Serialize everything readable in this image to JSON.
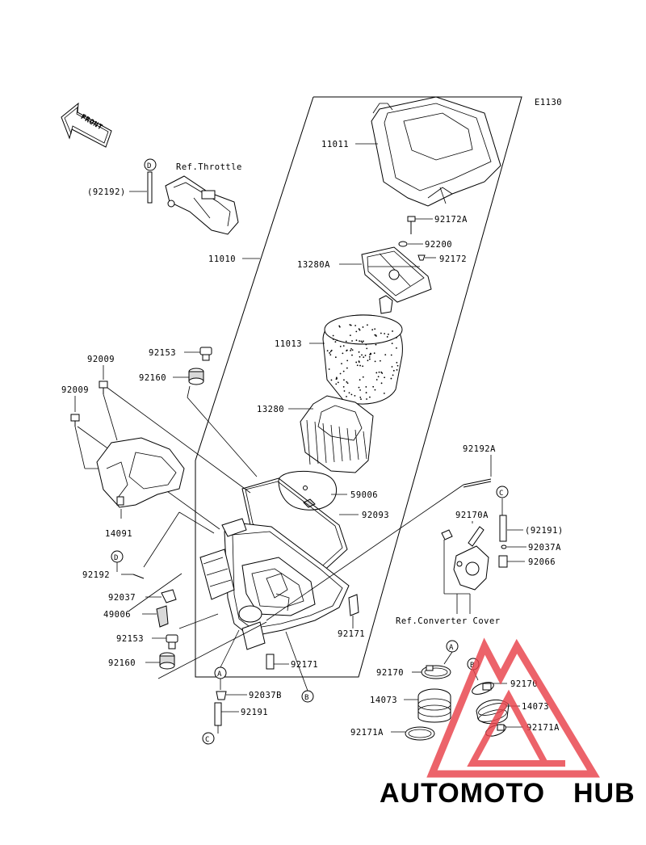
{
  "diagram_code": "E1130",
  "front_label": "FRONT",
  "ref_throttle": "Ref.Throttle",
  "ref_converter_cover": "Ref.Converter Cover",
  "callouts": {
    "p11011": "11011",
    "p92172A": "92172A",
    "p92200": "92200",
    "p92172": "92172",
    "p13280A": "13280A",
    "p11010": "11010",
    "p11013": "11013",
    "p13280": "13280",
    "p92153_top": "92153",
    "p92160_top": "92160",
    "p92009_a": "92009",
    "p92009_b": "92009",
    "p92192_top": "(92192)",
    "p59006": "59006",
    "p92093": "92093",
    "p92192A": "92192A",
    "p92170A": "92170A",
    "p92191_paren": "(92191)",
    "p92037A": "92037A",
    "p92066": "92066",
    "p14091": "14091",
    "p92192": "92192",
    "p92037": "92037",
    "p49006": "49006",
    "p92171_mid": "92171",
    "p92153_bot": "92153",
    "p92160_bot": "92160",
    "p92171_low": "92171",
    "p92037B": "92037B",
    "p92191": "92191",
    "p92170_l": "92170",
    "p14073_l": "14073",
    "p92171A_l": "92171A",
    "p92170_r": "92170",
    "p14073_r": "14073",
    "p92171A_r": "92171A"
  },
  "ref_markers": {
    "D_top": "D",
    "D_mid": "D",
    "C_right": "C",
    "A_bottom": "A",
    "A_right": "A",
    "B_bottom": "B",
    "B_right": "B",
    "C_bottom": "C"
  },
  "watermark": {
    "part1": "AUTOMOTO",
    "part2": "HUB",
    "color1": "#f4a35a",
    "color2": "#555555",
    "triangle_color": "#e8424a"
  }
}
